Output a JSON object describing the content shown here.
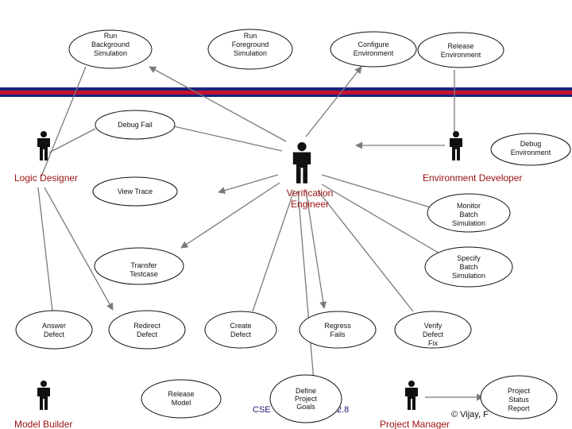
{
  "use_cases": {
    "run_background_simulation": "Run Background Simulation",
    "run_foreground_simulation": "Run Foreground Simulation",
    "configure_environment": "Configure Environment",
    "release_environment": "Release Environment",
    "debug_fail": "Debug Fail",
    "debug_environment": "Debug Environment",
    "view_trace": "View Trace",
    "monitor_batch_simulation": "Monitor Batch Simulation",
    "transfer_testcase": "Transfer Testcase",
    "specify_batch_simulation": "Specify Batch Simulation",
    "answer_defect": "Answer Defect",
    "redirect_defect": "Redirect Defect",
    "create_defect": "Create Defect",
    "regress_fails": "Regress Fails",
    "verify_defect_fix": "Verify Defect Fix",
    "release_model": "Release Model",
    "define_project_goals": "Define Project Goals",
    "project_status_report": "Project Status Report"
  },
  "actors": {
    "logic_designer": "Logic Designer",
    "environment_developer": "Environment Developer",
    "verification_engineer": "Verification Engineer",
    "model_builder": "Model Builder",
    "project_manager": "Project Manager"
  },
  "footer": {
    "course": "CSE",
    "slide": "2.8",
    "copyright": "© Vijay, F"
  },
  "colors": {
    "band_red": "#c8102e",
    "band_blue": "#1a237e",
    "actor_label": "#9b0f0f",
    "line": "#7a7a7a"
  }
}
